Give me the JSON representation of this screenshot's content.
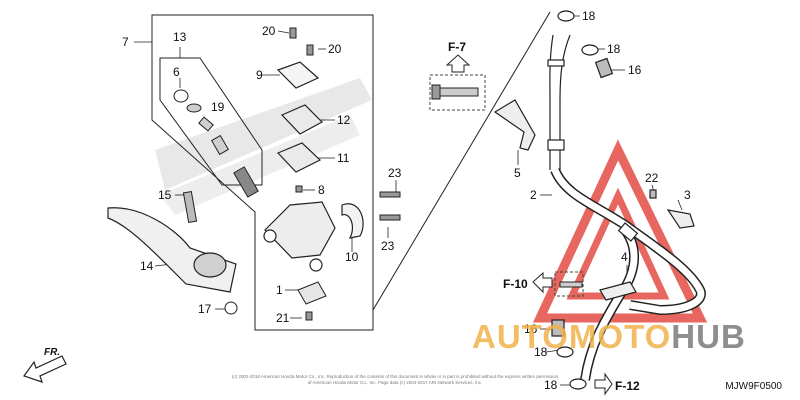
{
  "callouts": {
    "c7": "7",
    "c13": "13",
    "c6": "6",
    "c19": "19",
    "c9": "9",
    "c20a": "20",
    "c20b": "20",
    "c12": "12",
    "c11": "11",
    "c8": "8",
    "c23a": "23",
    "c23b": "23",
    "c10": "10",
    "c15": "15",
    "c14": "14",
    "c17": "17",
    "c1": "1",
    "c21": "21",
    "c18a": "18",
    "c18b": "18",
    "c16a": "16",
    "c5": "5",
    "c2": "2",
    "c22": "22",
    "c3": "3",
    "c4": "4",
    "c16b": "16",
    "c18c": "18",
    "c18d": "18"
  },
  "refs": {
    "f7": "F-7",
    "f10": "F-10",
    "f12": "F-12"
  },
  "direction_label": "FR.",
  "diagram_code": "MJW9F0500",
  "copyright": "(c) 2002-2018 American Honda Motor Co., Inc. Reproduction of the contents of this document in whole or in part is prohibited without the express written permission of American Honda Motor Co., Inc. Page data (c) 2004-2017 ARI Network Services, Inc.",
  "watermark": {
    "part1": "AUTO",
    "part2": "MOTO",
    "part3": "HUB"
  },
  "colors": {
    "watermark_red": "#e0342b",
    "watermark_orange": "#f0b24a",
    "watermark_grey": "#7b7b7b",
    "line": "#222222"
  }
}
